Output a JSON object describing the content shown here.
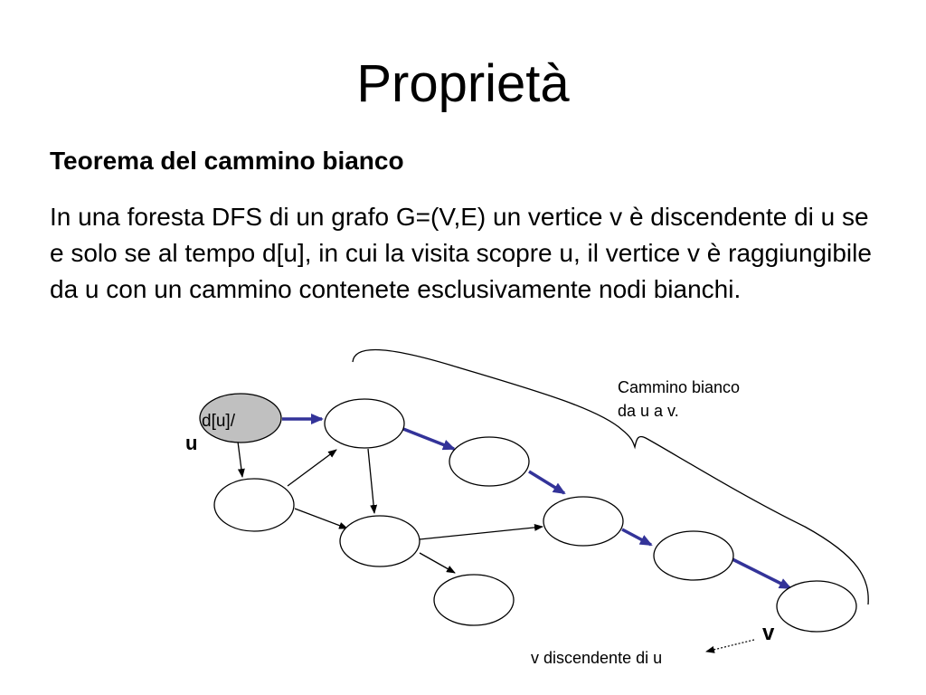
{
  "slide": {
    "title": "Proprietà",
    "subtitle": "Teorema del cammino bianco",
    "body": "In una foresta DFS di un grafo G=(V,E) un vertice v è discendente di u se e solo se al tempo d[u], in cui la visita scopre u, il vertice v è raggiungibile da u con un cammino contenete esclusivamente nodi bianchi."
  },
  "diagram": {
    "node_u_time": "d[u]/",
    "node_u_label": "u",
    "node_v_label": "v",
    "brace_label_line1": "Cammino bianco",
    "brace_label_line2": "da u a v.",
    "descendant_note": "v discendente di u",
    "colors": {
      "visited_node_fill": "#c0c0c0",
      "white_node_fill": "#ffffff",
      "white_path_edge": "#333399",
      "edge": "#000000"
    }
  }
}
